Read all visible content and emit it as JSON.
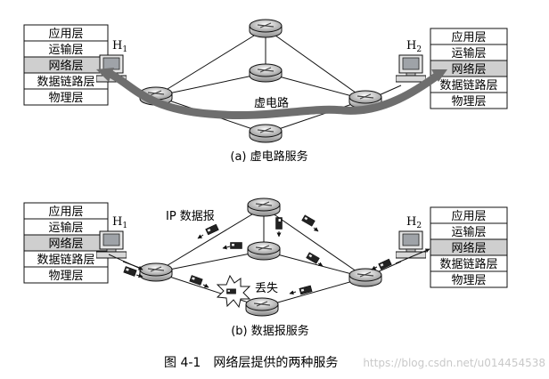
{
  "layers": [
    "应用层",
    "运输层",
    "网络层",
    "数据链路层",
    "物理层"
  ],
  "hosts": {
    "h1_main": "H",
    "h1_sub": "1",
    "h2_main": "H",
    "h2_sub": "2"
  },
  "part_a": {
    "vc_label": "虚电路",
    "caption": "(a) 虚电路服务"
  },
  "part_b": {
    "datagram_label": "IP 数据报",
    "lost_label": "丢失",
    "caption": "(b) 数据报服务"
  },
  "figure_caption": "图 4-1　网络层提供的两种服务",
  "watermark": "https://blog.csdn.net/u014454538",
  "colors": {
    "ink": "#111111",
    "highlight": "#cfcfcf",
    "arrow": "#6e6e6e",
    "router_top": "#d9d9d9"
  }
}
